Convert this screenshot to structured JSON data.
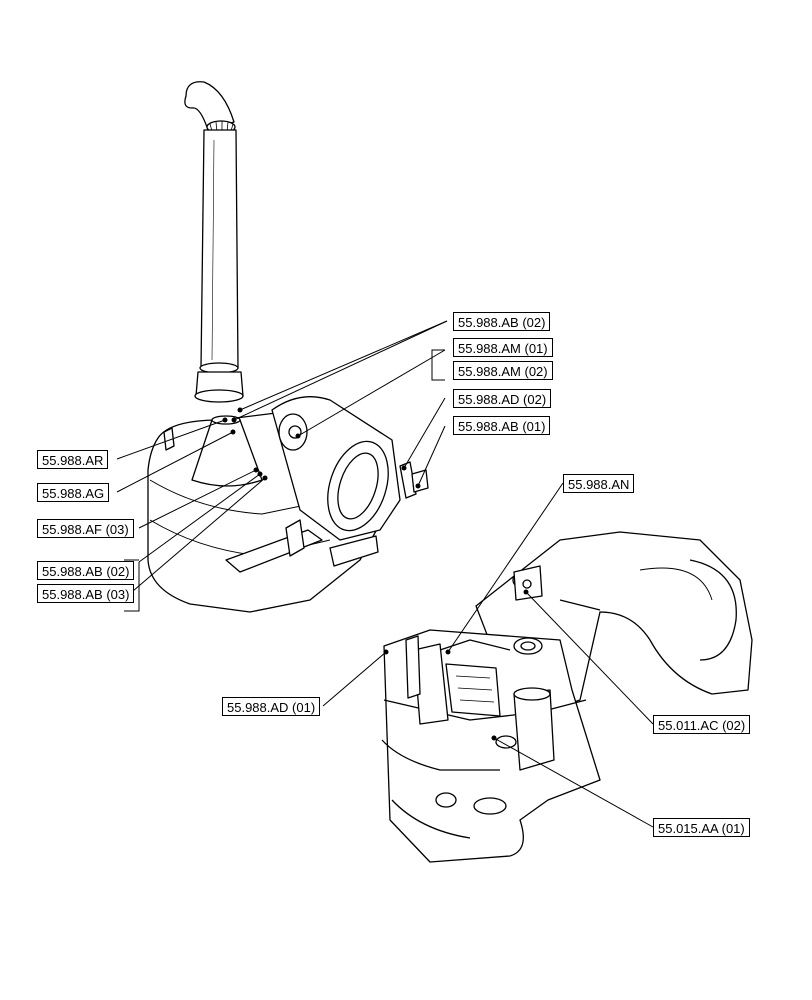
{
  "labels": {
    "ab02_top": "55.988.AB (02)",
    "am01": "55.988.AM (01)",
    "am02": "55.988.AM (02)",
    "ad02": "55.988.AD (02)",
    "ab01": "55.988.AB (01)",
    "ar": "55.988.AR",
    "ag": "55.988.AG",
    "af03": "55.988.AF (03)",
    "ab02_left": "55.988.AB (02)",
    "ab03": "55.988.AB (03)",
    "an": "55.988.AN",
    "ad01": "55.988.AD (01)",
    "ac02": "55.011.AC (02)",
    "aa01": "55.015.AA (01)"
  },
  "colors": {
    "line": "#000000",
    "background": "#ffffff",
    "fill": "#ffffff"
  }
}
